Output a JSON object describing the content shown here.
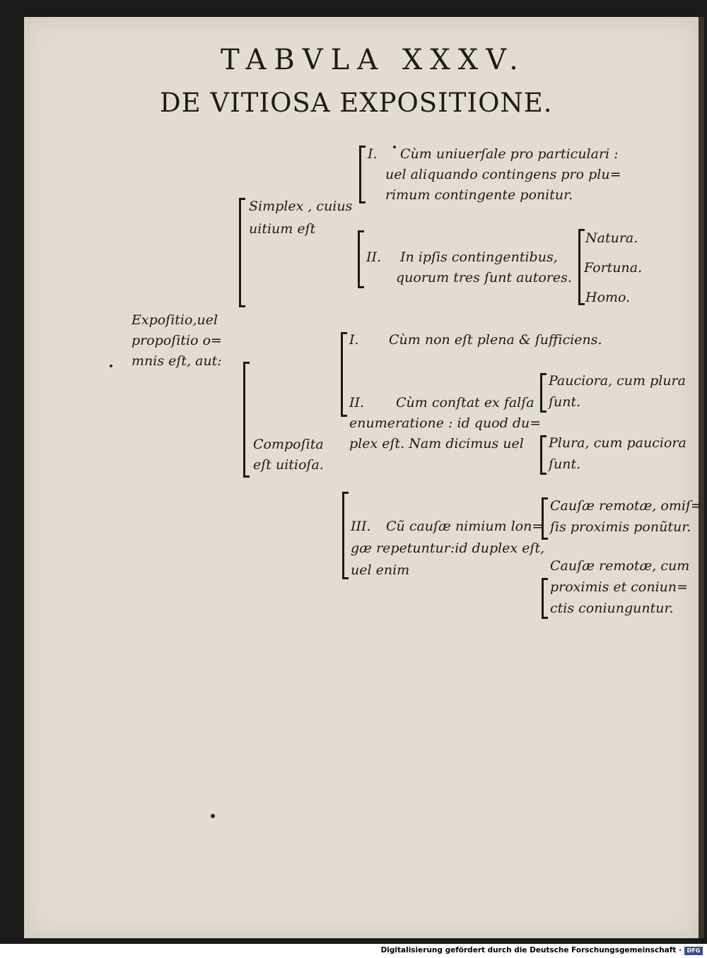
{
  "header": {
    "title": "TABVLA XXXV.",
    "subtitle": "DE VITIOSA EXPOSITIONE."
  },
  "root": {
    "lines": [
      "Expoſitio,uel",
      "propoſitio o=",
      "mnis eſt, aut:"
    ]
  },
  "simplex": {
    "lines": [
      "Simplex , cuius",
      "uitium eſt"
    ],
    "item1": {
      "numeral": "I.",
      "lines": [
        "Cùm uniuerſale pro particulari :",
        "uel aliquando contingens pro plu=",
        "rimum contingente ponitur."
      ]
    },
    "item2": {
      "numeral": "II.",
      "lines": [
        "In ipſis contingentibus,",
        "quorum tres ſunt autores."
      ],
      "authors": [
        "Natura.",
        "Fortuna.",
        "Homo."
      ]
    }
  },
  "composita": {
    "lines": [
      "Compoſita",
      "eſt uitioſa."
    ],
    "item1": {
      "numeral": "I.",
      "text": "Cùm non eſt plena & ſufficiens."
    },
    "item2": {
      "numeral": "II.",
      "lines": [
        "Cùm conſtat ex falſa",
        "enumeratione : id quod du=",
        "plex eſt. Nam dicimus uel"
      ],
      "opt1": [
        "Pauciora, cum plura",
        "ſunt."
      ],
      "opt2": [
        "Plura, cum pauciora",
        "ſunt."
      ]
    },
    "item3": {
      "numeral": "III.",
      "lines": [
        "Cũ cauſæ nimium lon=",
        "gæ repetuntur:id duplex eſt,",
        "uel enim"
      ],
      "opt1": [
        "Cauſæ remotæ, omiſ=",
        "ſis proximis ponũtur."
      ],
      "opt2": [
        "Cauſæ remotæ, cum",
        "proximis et coniun=",
        "ctis coniunguntur."
      ]
    }
  },
  "footer": {
    "credit": "Digitalisierung gefördert durch die Deutsche Forschungsgemeinschaft ·",
    "logo": "DFG"
  }
}
